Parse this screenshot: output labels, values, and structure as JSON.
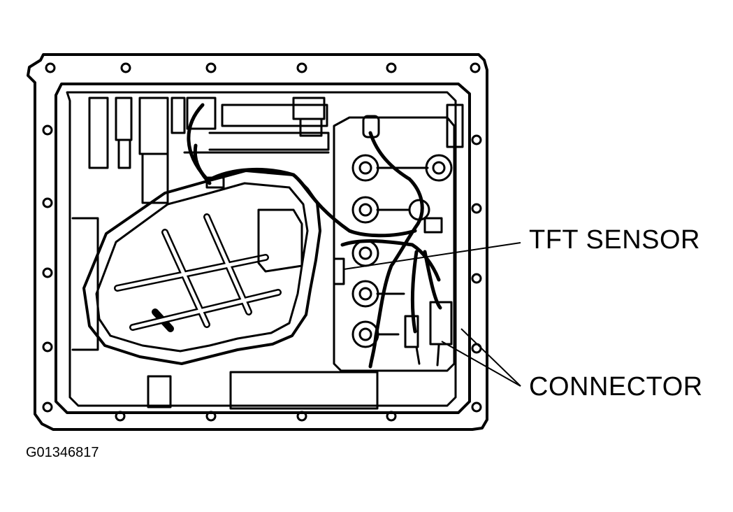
{
  "labels": {
    "tft_sensor": "TFT SENSOR",
    "connector": "CONNECTOR"
  },
  "figure_id": "G01346817"
}
